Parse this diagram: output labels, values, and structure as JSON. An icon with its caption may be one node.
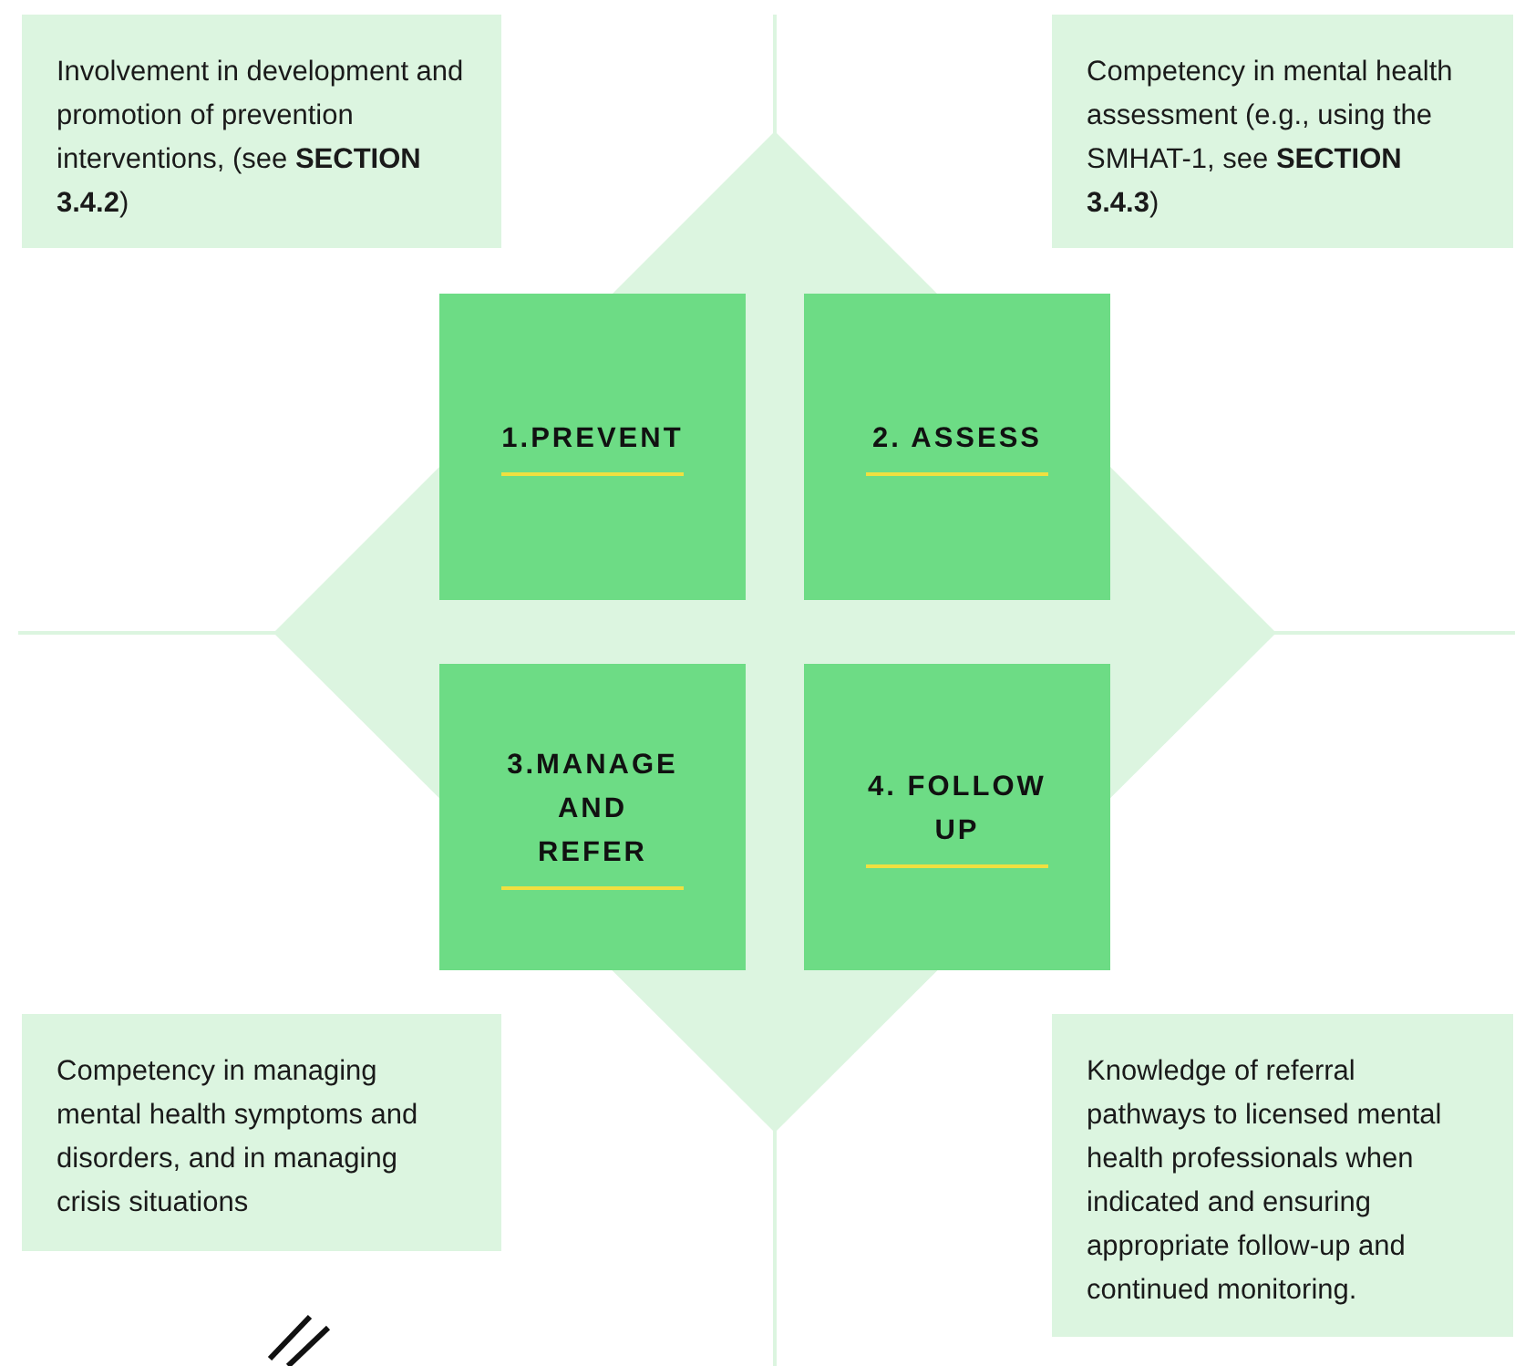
{
  "diagram": {
    "nodes": [
      {
        "text": [
          "Involvement in development and promotion of prevention interventions, (see **SECTION 3.4.2**)"
        ]
      },
      {
        "text": [
          "Competency in mental health assessment (e.g., using the SMHAT-1, see **SECTION 3.4.3**)"
        ]
      },
      {
        "text": [
          "1.PREVENT"
        ]
      },
      {
        "text": [
          "2. ASSESS"
        ]
      },
      {
        "text": [
          "3.MANAGE AND REFER"
        ]
      },
      {
        "text": [
          "4. FOLLOW UP"
        ]
      },
      {
        "text": [
          "Competency in managing mental health symptoms and disorders, and in managing crisis situations"
        ]
      },
      {
        "text": [
          "Knowledge of referral pathways to licensed mental health professionals when indicated and ensuring appropriate follow-up and continued monitoring."
        ]
      }
    ],
    "edges": []
  }
}
